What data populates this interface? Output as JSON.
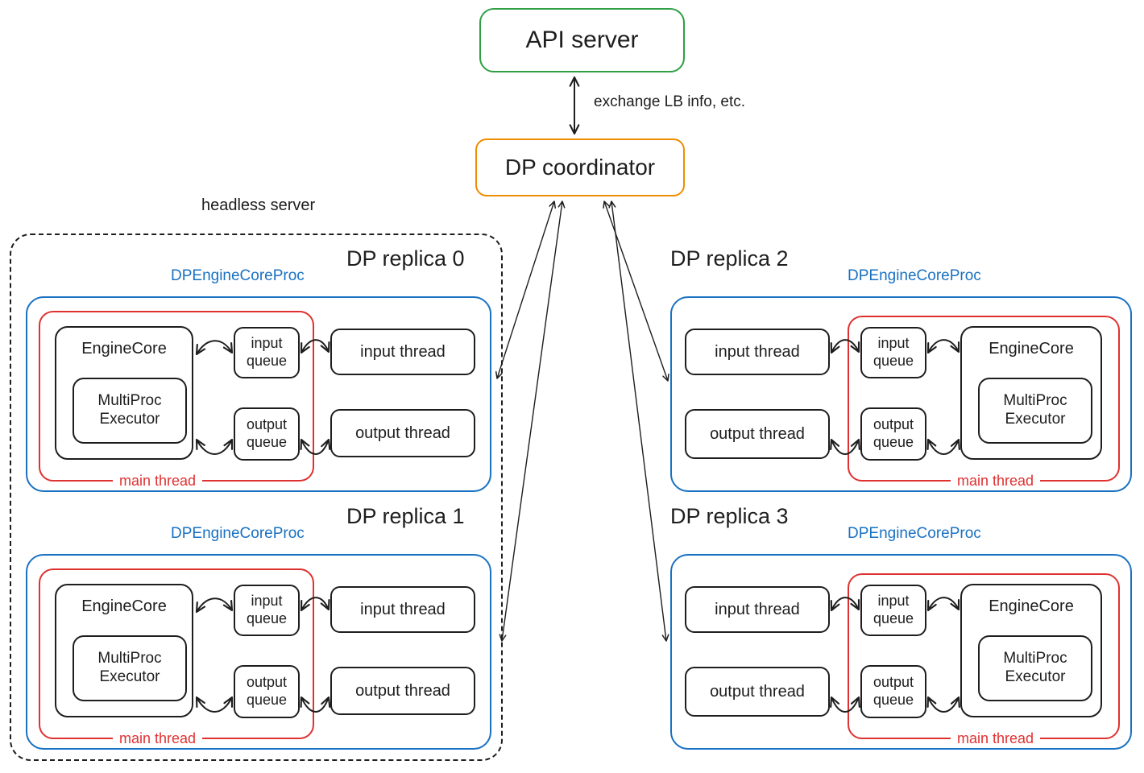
{
  "api_server": {
    "label": "API server"
  },
  "coordinator": {
    "label": "DP coordinator"
  },
  "exchange_label": "exchange LB info, etc.",
  "headless_server": {
    "label": "headless server"
  },
  "replicas": [
    {
      "title": "DP replica 0",
      "proc": "DPEngineCoreProc",
      "main_thread": "main thread",
      "engine_core": "EngineCore",
      "executor": "MultiProc Executor",
      "input_queue": "input queue",
      "output_queue": "output queue",
      "input_thread": "input thread",
      "output_thread": "output thread"
    },
    {
      "title": "DP replica 1",
      "proc": "DPEngineCoreProc",
      "main_thread": "main thread",
      "engine_core": "EngineCore",
      "executor": "MultiProc Executor",
      "input_queue": "input queue",
      "output_queue": "output queue",
      "input_thread": "input thread",
      "output_thread": "output thread"
    },
    {
      "title": "DP replica 2",
      "proc": "DPEngineCoreProc",
      "main_thread": "main thread",
      "engine_core": "EngineCore",
      "executor": "MultiProc Executor",
      "input_queue": "input queue",
      "output_queue": "output queue",
      "input_thread": "input thread",
      "output_thread": "output thread"
    },
    {
      "title": "DP replica 3",
      "proc": "DPEngineCoreProc",
      "main_thread": "main thread",
      "engine_core": "EngineCore",
      "executor": "MultiProc Executor",
      "input_queue": "input queue",
      "output_queue": "output queue",
      "input_thread": "input thread",
      "output_thread": "output thread"
    }
  ],
  "colors": {
    "green": "#2f9e44",
    "orange": "#f08c00",
    "blue": "#1971c2",
    "red": "#e03131",
    "ink": "#1e1e1e"
  }
}
